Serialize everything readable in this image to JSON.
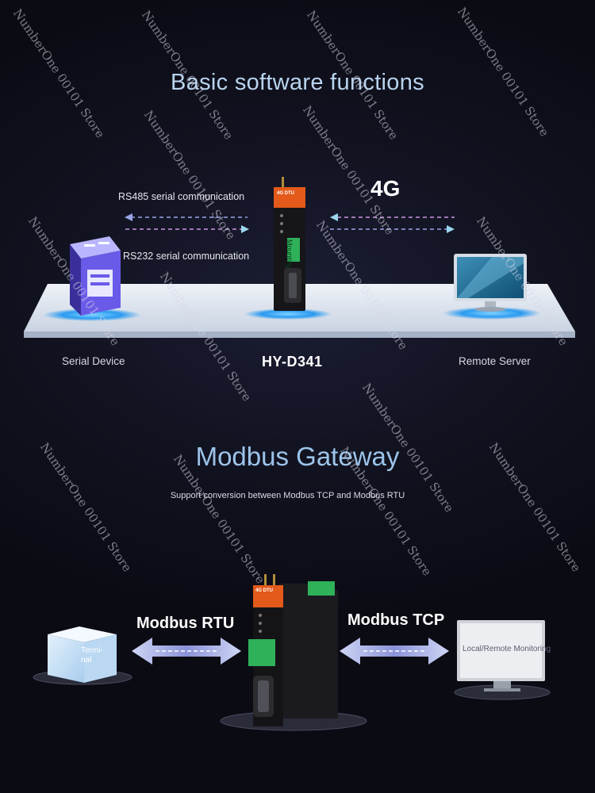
{
  "section1": {
    "title": "Basic software functions",
    "rs485_label": "RS485 serial communication",
    "rs232_label": "RS232 serial communication",
    "network_label": "4G",
    "left_caption": "Serial Device",
    "center_caption": "HY-D341",
    "right_caption": "Remote Server"
  },
  "section2": {
    "title": "Modbus Gateway",
    "subtitle": "Support conversion between Modbus TCP and Modbus RTU",
    "left_protocol": "Modbus RTU",
    "right_protocol": "Modbus TCP",
    "terminal_label": "Termi-\nnal",
    "monitor_label": "Local/Remote Monitoring"
  },
  "device_labels": {
    "dtu_badge": "4G DTU",
    "mount_text": "Mounting"
  },
  "watermark": "NumberOne 00101 Store",
  "colors": {
    "accent_blue": "#b9d4ee",
    "device_orange": "#e35a1a",
    "connector_green": "#2fb15a"
  }
}
